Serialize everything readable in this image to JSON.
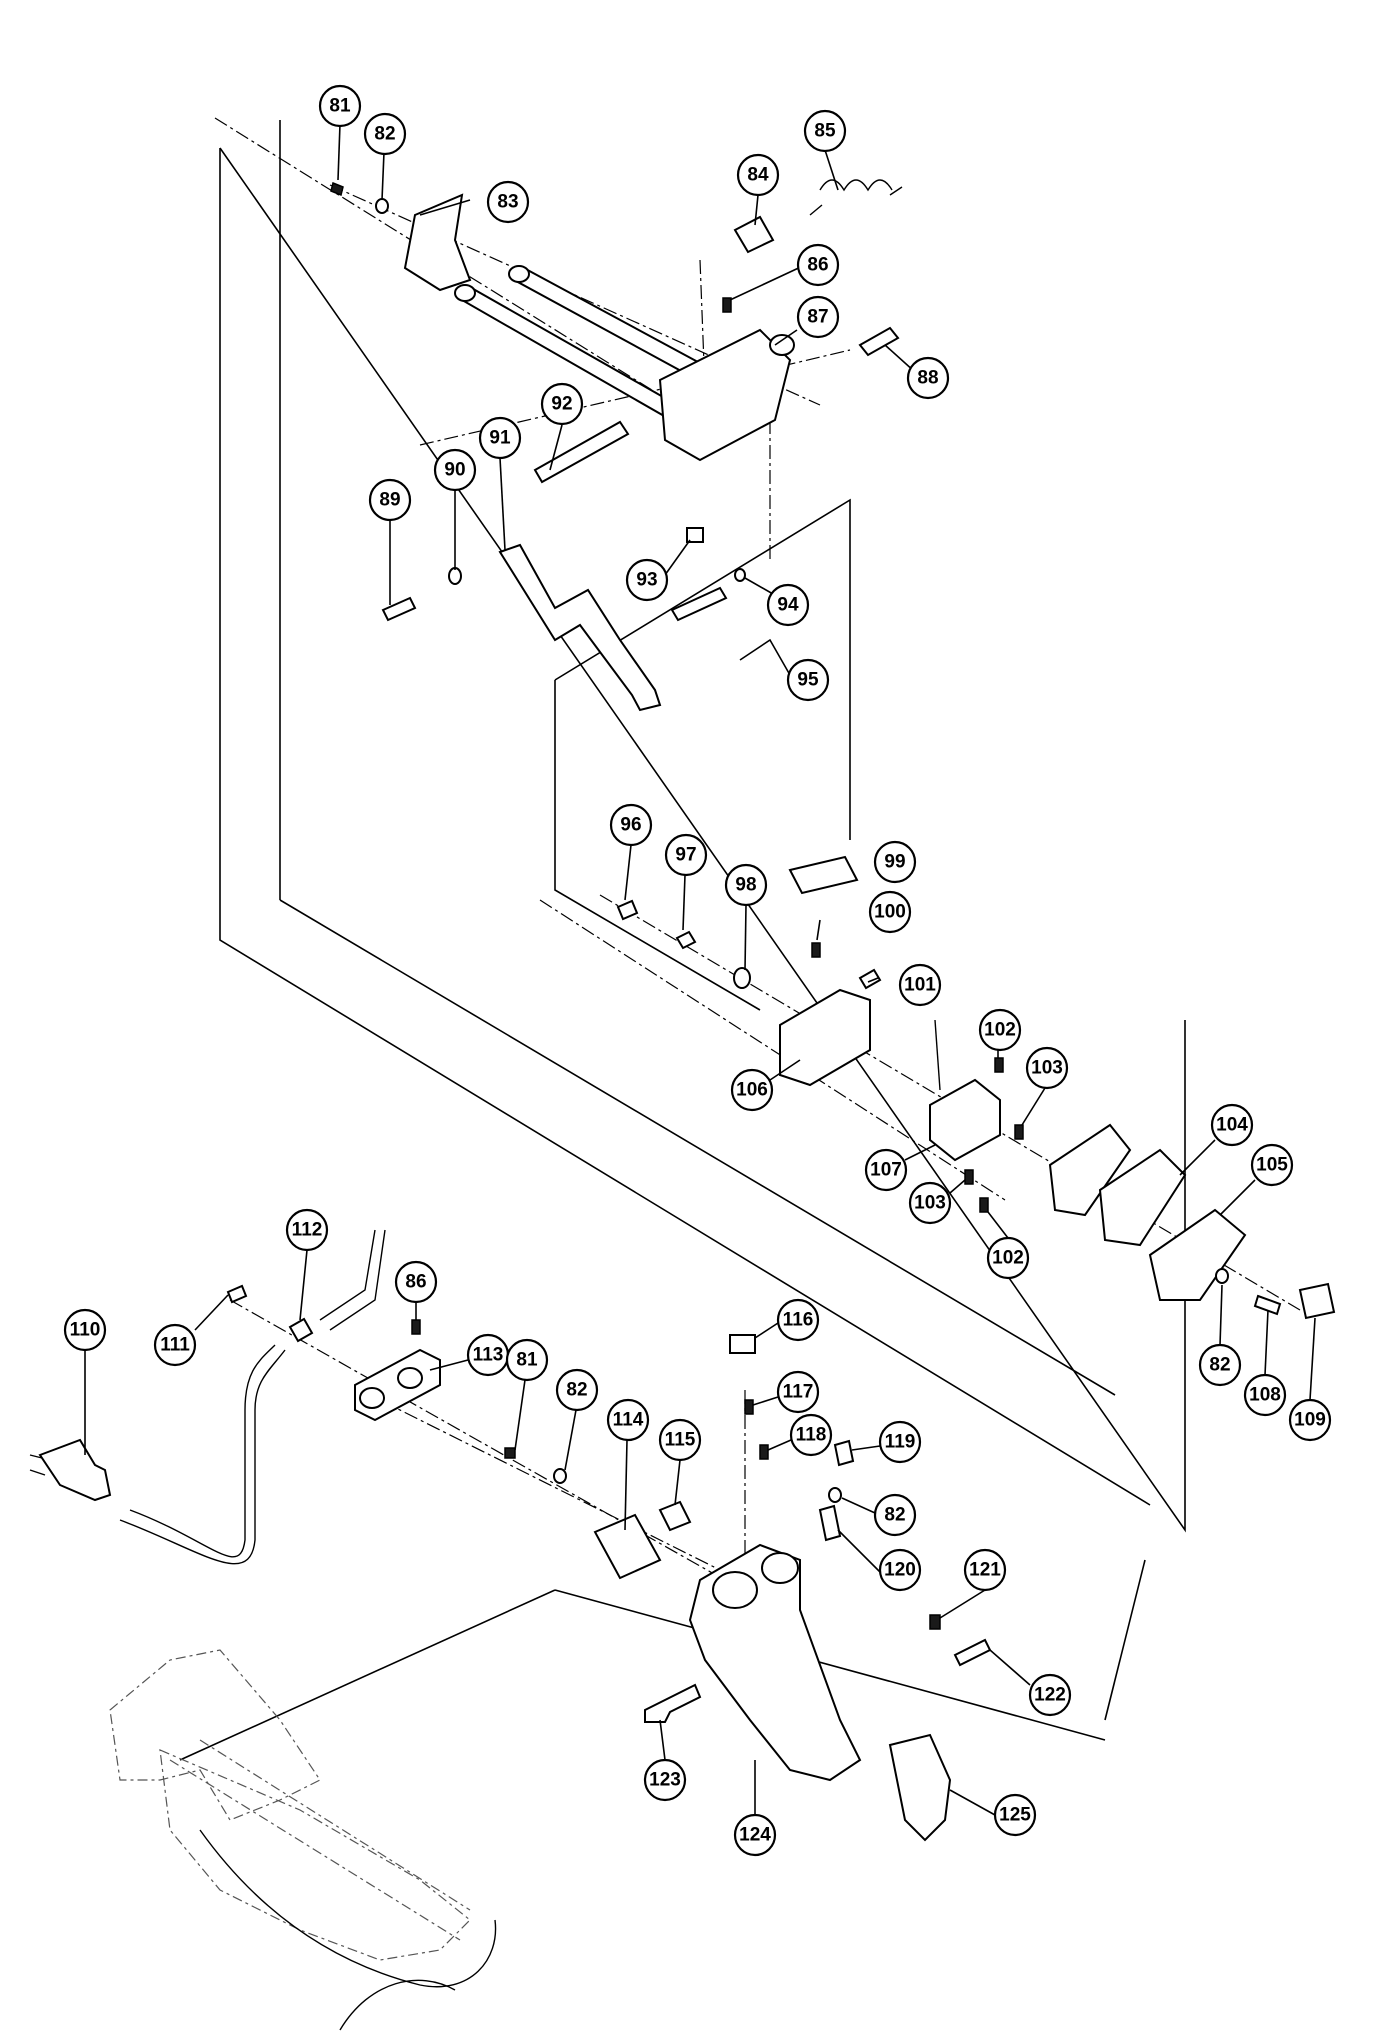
{
  "diagram": {
    "callouts": [
      {
        "id": "c81a",
        "label": "81"
      },
      {
        "id": "c82a",
        "label": "82"
      },
      {
        "id": "c83",
        "label": "83"
      },
      {
        "id": "c84",
        "label": "84"
      },
      {
        "id": "c85",
        "label": "85"
      },
      {
        "id": "c86a",
        "label": "86"
      },
      {
        "id": "c87",
        "label": "87"
      },
      {
        "id": "c88",
        "label": "88"
      },
      {
        "id": "c89",
        "label": "89"
      },
      {
        "id": "c90",
        "label": "90"
      },
      {
        "id": "c91",
        "label": "91"
      },
      {
        "id": "c92",
        "label": "92"
      },
      {
        "id": "c93",
        "label": "93"
      },
      {
        "id": "c94",
        "label": "94"
      },
      {
        "id": "c95",
        "label": "95"
      },
      {
        "id": "c96",
        "label": "96"
      },
      {
        "id": "c97",
        "label": "97"
      },
      {
        "id": "c98",
        "label": "98"
      },
      {
        "id": "c99",
        "label": "99"
      },
      {
        "id": "c100",
        "label": "100"
      },
      {
        "id": "c101",
        "label": "101"
      },
      {
        "id": "c102a",
        "label": "102"
      },
      {
        "id": "c103a",
        "label": "103"
      },
      {
        "id": "c104",
        "label": "104"
      },
      {
        "id": "c105",
        "label": "105"
      },
      {
        "id": "c106",
        "label": "106"
      },
      {
        "id": "c107",
        "label": "107"
      },
      {
        "id": "c103b",
        "label": "103"
      },
      {
        "id": "c102b",
        "label": "102"
      },
      {
        "id": "c82b",
        "label": "82"
      },
      {
        "id": "c108",
        "label": "108"
      },
      {
        "id": "c109",
        "label": "109"
      },
      {
        "id": "c110",
        "label": "110"
      },
      {
        "id": "c111",
        "label": "111"
      },
      {
        "id": "c112",
        "label": "112"
      },
      {
        "id": "c86b",
        "label": "86"
      },
      {
        "id": "c113",
        "label": "113"
      },
      {
        "id": "c81b",
        "label": "81"
      },
      {
        "id": "c82c",
        "label": "82"
      },
      {
        "id": "c114",
        "label": "114"
      },
      {
        "id": "c115",
        "label": "115"
      },
      {
        "id": "c116",
        "label": "116"
      },
      {
        "id": "c117",
        "label": "117"
      },
      {
        "id": "c118",
        "label": "118"
      },
      {
        "id": "c119",
        "label": "119"
      },
      {
        "id": "c82d",
        "label": "82"
      },
      {
        "id": "c120",
        "label": "120"
      },
      {
        "id": "c121",
        "label": "121"
      },
      {
        "id": "c122",
        "label": "122"
      },
      {
        "id": "c123",
        "label": "123"
      },
      {
        "id": "c124",
        "label": "124"
      },
      {
        "id": "c125",
        "label": "125"
      }
    ]
  }
}
